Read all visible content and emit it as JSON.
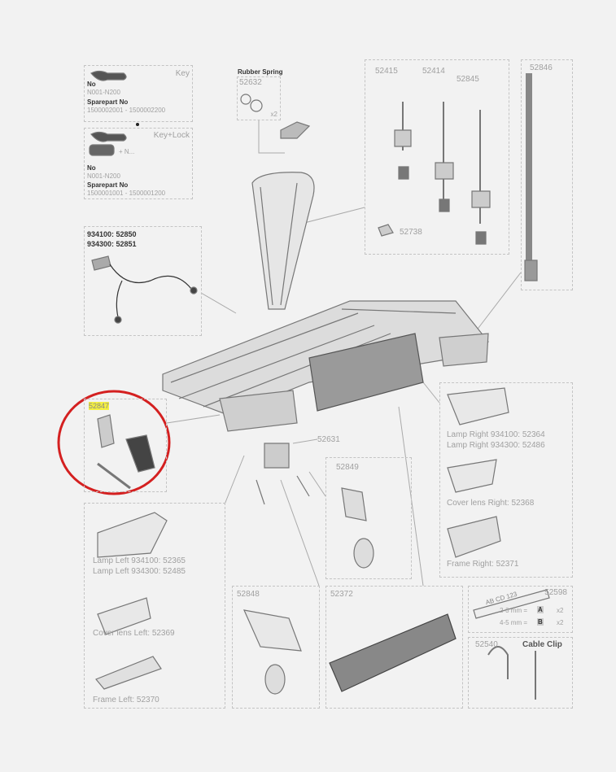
{
  "key_box": {
    "title": "Key",
    "no_label": "No",
    "no_value": "N001-N200",
    "sparepart_label": "Sparepart No",
    "sparepart_value": "1500002001 - 1500002200"
  },
  "keylock_box": {
    "title": "Key+Lock",
    "suffix": "+ N...",
    "no_label": "No",
    "no_value": "N001-N200",
    "sparepart_label": "Sparepart No",
    "sparepart_value": "1500001001 - 1500001200"
  },
  "rubber_spring": {
    "title": "Rubber Spring",
    "part": "52632",
    "qty": "x2"
  },
  "top_parts": [
    "52415",
    "52414",
    "52845"
  ],
  "part_52738": "52738",
  "part_52846": "52846",
  "wiring": {
    "line1": "934100: 52850",
    "line2": "934300: 52851"
  },
  "part_52847": "52847",
  "part_52631": "52631",
  "part_52849": "52849",
  "right_lamp": {
    "lamp1": "Lamp Right 934100: 52364",
    "lamp2": "Lamp Right 934300: 52486",
    "cover": "Cover lens Right: 52368",
    "frame": "Frame Right: 52371"
  },
  "left_lamp": {
    "lamp1": "Lamp Left 934100: 52365",
    "lamp2": "Lamp Left 934300: 52485",
    "cover": "Cover lens Left: 52369",
    "frame": "Frame Left: 52370"
  },
  "part_52848": "52848",
  "part_52372": "52372",
  "plate": {
    "part": "52598",
    "plate_text": "AB CD 123",
    "a_size": "2-3 mm =",
    "a_letter": "A",
    "b_size": "4-5 mm =",
    "b_letter": "B",
    "qty": "x2"
  },
  "part_52540": "52540",
  "cable_clip": "Cable Clip",
  "colors": {
    "highlight": "#f4f040",
    "circle": "#d42020"
  }
}
